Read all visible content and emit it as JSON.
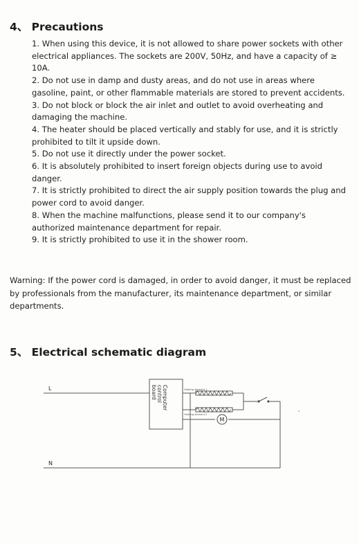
{
  "section4": {
    "heading": "4、 Precautions",
    "items": [
      "1. When using this device, it is not allowed to share power sockets with other electrical appliances. The sockets are 200V, 50Hz, and have a capacity of ≥ 10A.",
      "2. Do not use in damp and dusty areas, and do not use in areas where gasoline, paint, or other flammable materials are stored to prevent accidents.",
      "3. Do not block or block the air inlet and outlet to avoid overheating and damaging the machine.",
      "4. The heater should be placed vertically and stably for use, and it is strictly prohibited to tilt it upside down.",
      "5. Do not use it directly under the power socket.",
      "6. It is absolutely prohibited to insert foreign objects during use to avoid danger.",
      "7. It is strictly prohibited to direct the air supply position towards the plug and power cord to avoid danger.",
      "8. When the machine malfunctions, please send it to our company's authorized maintenance department for repair.",
      "9. It is strictly prohibited to use it in the shower room."
    ],
    "warning": "Warning: If the power cord is damaged, in order to avoid danger, it must be replaced by professionals from the manufacturer, its maintenance department, or similar departments."
  },
  "section5": {
    "heading": "5、 Electrical schematic diagram",
    "diagram": {
      "line_label": "L",
      "neutral_label": "N",
      "board_label_1": "Computer",
      "board_label_2": "control",
      "board_label_3": "board",
      "heating_element_1": "Heating element 1",
      "heating_element_2": "Heating element 2",
      "motor_label": "M"
    }
  }
}
